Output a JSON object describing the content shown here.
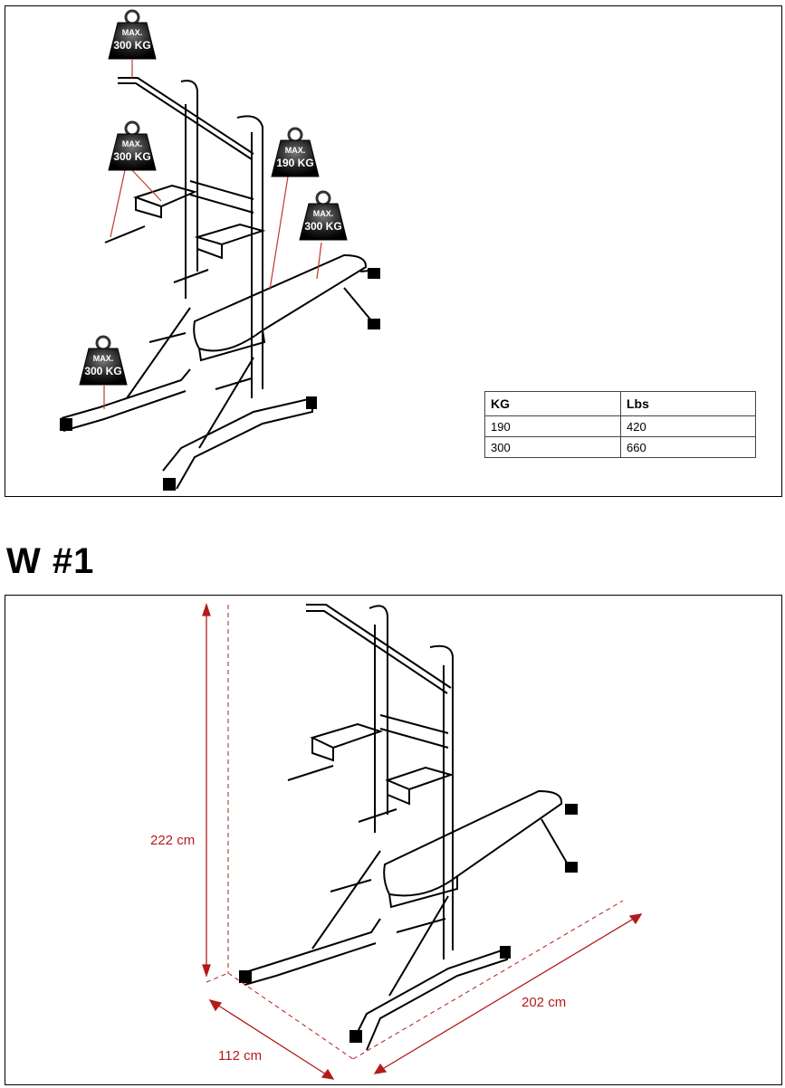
{
  "weights": {
    "max_label": "MAX.",
    "w1": "300 KG",
    "w2": "300 KG",
    "w3": "190 KG",
    "w4": "300 KG",
    "w5": "300 KG"
  },
  "table": {
    "headers": [
      "KG",
      "Lbs"
    ],
    "rows": [
      [
        "190",
        "420"
      ],
      [
        "300",
        "660"
      ]
    ]
  },
  "section": {
    "title": "W #1"
  },
  "dimensions": {
    "height": "222 cm",
    "length": "202 cm",
    "width": "112 cm"
  },
  "colors": {
    "dimension": "#b31b1b",
    "accent_lines": "#c0392b"
  }
}
